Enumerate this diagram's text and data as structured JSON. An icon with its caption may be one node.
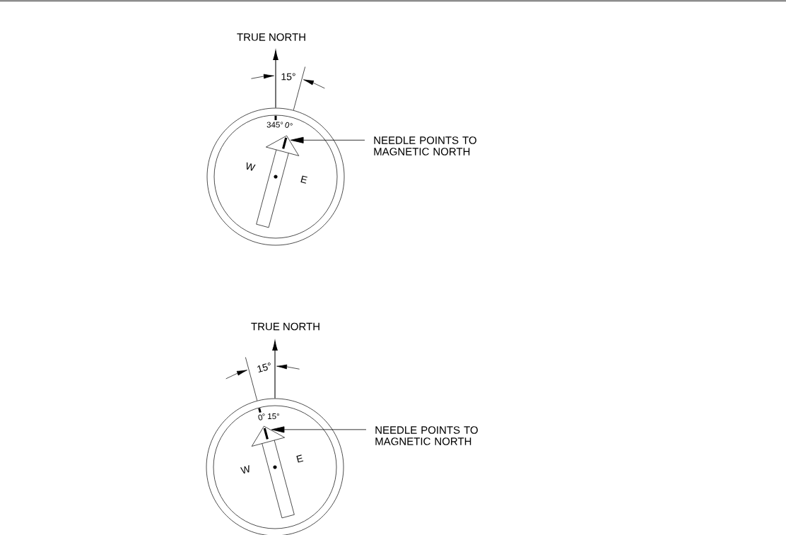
{
  "diagram": {
    "nodes": [
      {
        "text": [
          "345°",
          "0°",
          "W",
          "E"
        ]
      },
      {
        "text": [],
        "shape": "needle",
        "in": 0
      },
      {
        "text": [
          "NEEDLE POINTS TO MAGNETIC NORTH"
        ]
      },
      {
        "text": [
          "0°",
          "15°",
          "W",
          "E"
        ]
      },
      {
        "text": [],
        "shape": "needle",
        "in": 3
      },
      {
        "text": [
          "NEEDLE POINTS TO MAGNETIC NORTH"
        ]
      }
    ],
    "edges": [
      {
        "from": 2,
        "to": 1,
        "arrow": "to"
      },
      {
        "from": 5,
        "to": 4,
        "arrow": "to"
      }
    ],
    "labels": [
      "TRUE NORTH",
      "15°",
      "TRUE NORTH",
      "15°"
    ]
  }
}
